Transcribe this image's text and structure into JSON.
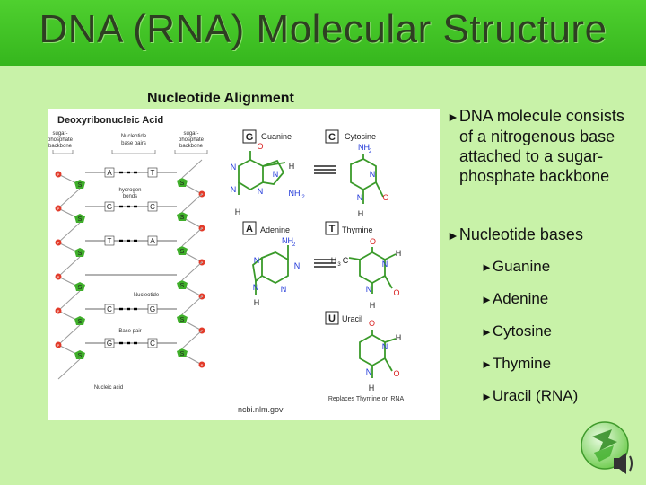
{
  "title": "DNA (RNA) Molecular Structure",
  "figure": {
    "heading": "Nucleotide Alignment",
    "subheading": "Deoxyribonucleic Acid",
    "label_sugar_left": [
      "sugar-",
      "phosphate",
      "backbone"
    ],
    "label_base_pairs": [
      "Nucleotide",
      "base pairs"
    ],
    "label_sugar_right": [
      "sugar-",
      "phosphate",
      "backbone"
    ],
    "label_hbonds": [
      "hydrogen",
      "bonds"
    ],
    "label_nucleotide": "Nucleotide",
    "label_basepair": "Base pair",
    "label_nucleic_acid": "Nucleic acid",
    "strand_pairs": [
      {
        "left": "A",
        "right": "T"
      },
      {
        "left": "G",
        "right": "C"
      },
      {
        "left": "T",
        "right": "A"
      },
      {
        "left": "",
        "right": ""
      },
      {
        "left": "C",
        "right": "G"
      },
      {
        "left": "G",
        "right": "C"
      }
    ],
    "backbone_S": "S",
    "backbone_P": "P",
    "guanine": {
      "letter": "G",
      "name": "Guanine"
    },
    "cytosine": {
      "letter": "C",
      "name": "Cytosine"
    },
    "adenine": {
      "letter": "A",
      "name": "Adenine"
    },
    "thymine": {
      "letter": "T",
      "name": "Thymine"
    },
    "uracil": {
      "letter": "U",
      "name": "Uracil"
    },
    "replaces": "Replaces Thymine on RNA",
    "source": "ncbi.nlm.gov",
    "atoms": {
      "N": "N",
      "H": "H",
      "O": "O",
      "NH2": "NH",
      "sub2": "2",
      "H3C": "H",
      "sub3": "3",
      "C": "C"
    }
  },
  "bullets": {
    "marker": "►",
    "main1": "DNA molecule consists of a nitrogenous base attached to a sugar-phosphate backbone",
    "main2": "Nucleotide bases",
    "subs": [
      "Guanine",
      "Adenine",
      "Cytosine",
      "Thymine",
      "Uracil (RNA)"
    ]
  },
  "colors": {
    "title_bar": "#35b61d",
    "backbone_s": "#3fae2a",
    "backbone_p": "#e23b2a",
    "molecule_n": "#1d35d8",
    "molecule_o": "#d81d1d",
    "bond": "#3a9a2a"
  },
  "logo_icon": "recycling-leaf-sound-icon"
}
